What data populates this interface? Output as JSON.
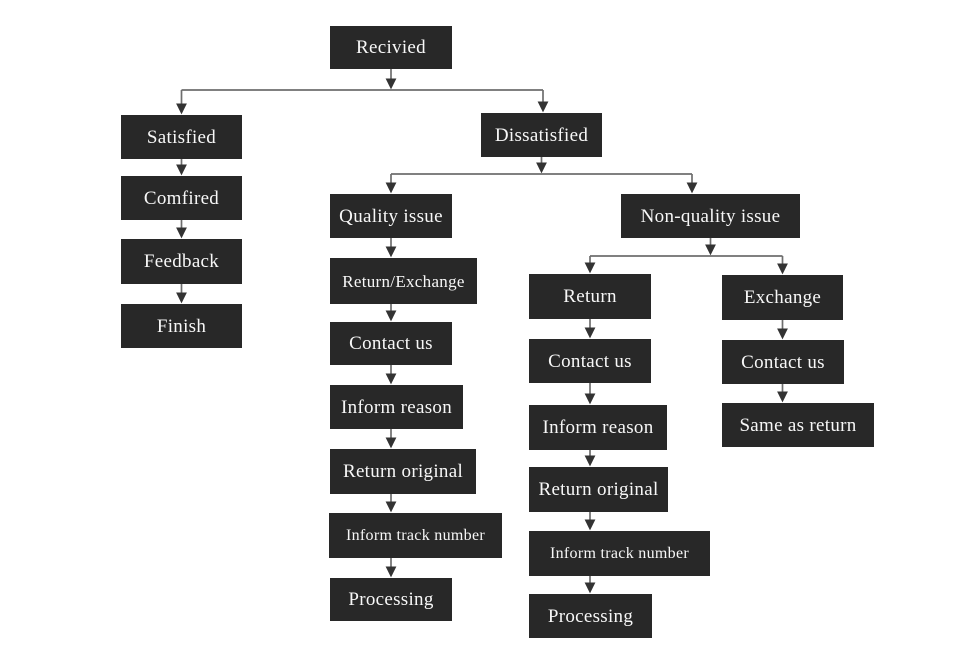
{
  "diagram": {
    "type": "flowchart",
    "description": "After-sales handling flowchart starting from order received, branching into satisfied and dissatisfied paths",
    "colors": {
      "background": "#ffffff",
      "node_background": "#282828",
      "node_text": "#f7f7f7",
      "connector_line": "#6e6e6e",
      "arrowhead": "#333333"
    },
    "nodes": {
      "recivied": {
        "label": "Recivied"
      },
      "satisfied": {
        "label": "Satisfied"
      },
      "comfired": {
        "label": "Comfired"
      },
      "feedback": {
        "label": "Feedback"
      },
      "finish": {
        "label": "Finish"
      },
      "dissatisfied": {
        "label": "Dissatisfied"
      },
      "quality_issue": {
        "label": "Quality issue"
      },
      "return_exchange": {
        "label": "Return/Exchange"
      },
      "q_contact_us": {
        "label": "Contact us"
      },
      "q_inform_reason": {
        "label": "Inform reason"
      },
      "q_return_original": {
        "label": "Return original"
      },
      "q_inform_track": {
        "label": "Inform track number"
      },
      "q_processing": {
        "label": "Processing"
      },
      "non_quality_issue": {
        "label": "Non-quality issue"
      },
      "return": {
        "label": "Return"
      },
      "r_contact_us": {
        "label": "Contact us"
      },
      "r_inform_reason": {
        "label": "Inform reason"
      },
      "r_return_original": {
        "label": "Return original"
      },
      "r_inform_track": {
        "label": "Inform track number"
      },
      "r_processing": {
        "label": "Processing"
      },
      "exchange": {
        "label": "Exchange"
      },
      "e_contact_us": {
        "label": "Contact us"
      },
      "same_as_return": {
        "label": "Same as return"
      }
    },
    "edges": [
      {
        "from": "recivied",
        "to": "satisfied"
      },
      {
        "from": "recivied",
        "to": "dissatisfied"
      },
      {
        "from": "satisfied",
        "to": "comfired"
      },
      {
        "from": "comfired",
        "to": "feedback"
      },
      {
        "from": "feedback",
        "to": "finish"
      },
      {
        "from": "dissatisfied",
        "to": "quality_issue"
      },
      {
        "from": "dissatisfied",
        "to": "non_quality_issue"
      },
      {
        "from": "quality_issue",
        "to": "return_exchange"
      },
      {
        "from": "return_exchange",
        "to": "q_contact_us"
      },
      {
        "from": "q_contact_us",
        "to": "q_inform_reason"
      },
      {
        "from": "q_inform_reason",
        "to": "q_return_original"
      },
      {
        "from": "q_return_original",
        "to": "q_inform_track"
      },
      {
        "from": "q_inform_track",
        "to": "q_processing"
      },
      {
        "from": "non_quality_issue",
        "to": "return"
      },
      {
        "from": "non_quality_issue",
        "to": "exchange"
      },
      {
        "from": "return",
        "to": "r_contact_us"
      },
      {
        "from": "r_contact_us",
        "to": "r_inform_reason"
      },
      {
        "from": "r_inform_reason",
        "to": "r_return_original"
      },
      {
        "from": "r_return_original",
        "to": "r_inform_track"
      },
      {
        "from": "r_inform_track",
        "to": "r_processing"
      },
      {
        "from": "exchange",
        "to": "e_contact_us"
      },
      {
        "from": "e_contact_us",
        "to": "same_as_return"
      }
    ]
  }
}
